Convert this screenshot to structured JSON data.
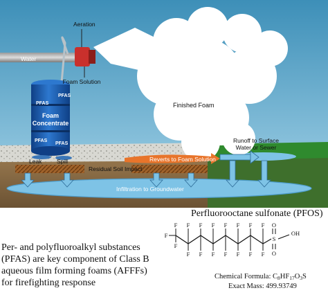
{
  "diagram": {
    "labels": {
      "aeration": "Aeration",
      "water": "Water",
      "foam_solution": "Foam Solution",
      "finished_foam": "Finished Foam",
      "runoff_line1": "Runoff to Surface",
      "runoff_line2": "Water or Sewer",
      "leak": "Leak",
      "spill": "Spill",
      "residual_soil": "Residual Soil Impact",
      "reverts": "Reverts to Foam Solution",
      "infiltration": "Infiltration to Groundwater"
    },
    "drum": {
      "top": "PFAS",
      "side_left": "PFAS",
      "mid_line1": "Foam",
      "mid_line2": "Concentrate",
      "bottom_left": "PFAS",
      "bottom_right": "PFAS"
    }
  },
  "description": {
    "line1": "Per- and polyfluoroalkyl substances",
    "line2": "(PFAS) are key component of Class B",
    "line3": "aqueous film forming foams (AFFFs)",
    "line4": "for firefighting response"
  },
  "molecule": {
    "title": "Perfluorooctane sulfonate (PFOS)",
    "atom_f": "F",
    "atom_s": "S",
    "atom_o": "O",
    "atom_oh": "OH",
    "formula_label": "Chemical Formula: C",
    "formula_sub1": "8",
    "formula_mid1": "HF",
    "formula_sub2": "17",
    "formula_mid2": "O",
    "formula_sub3": "3",
    "formula_end": "S",
    "mass": "Exact Mass: 499.93749"
  },
  "colors": {
    "sky": "#5aa6c9",
    "ground": "#8a6b45",
    "grass": "#2f8a2e",
    "water": "#7ec3e6",
    "drum": "#1e5fb0",
    "foam_stream": "#e8742a",
    "nozzle": "#c9302c"
  }
}
